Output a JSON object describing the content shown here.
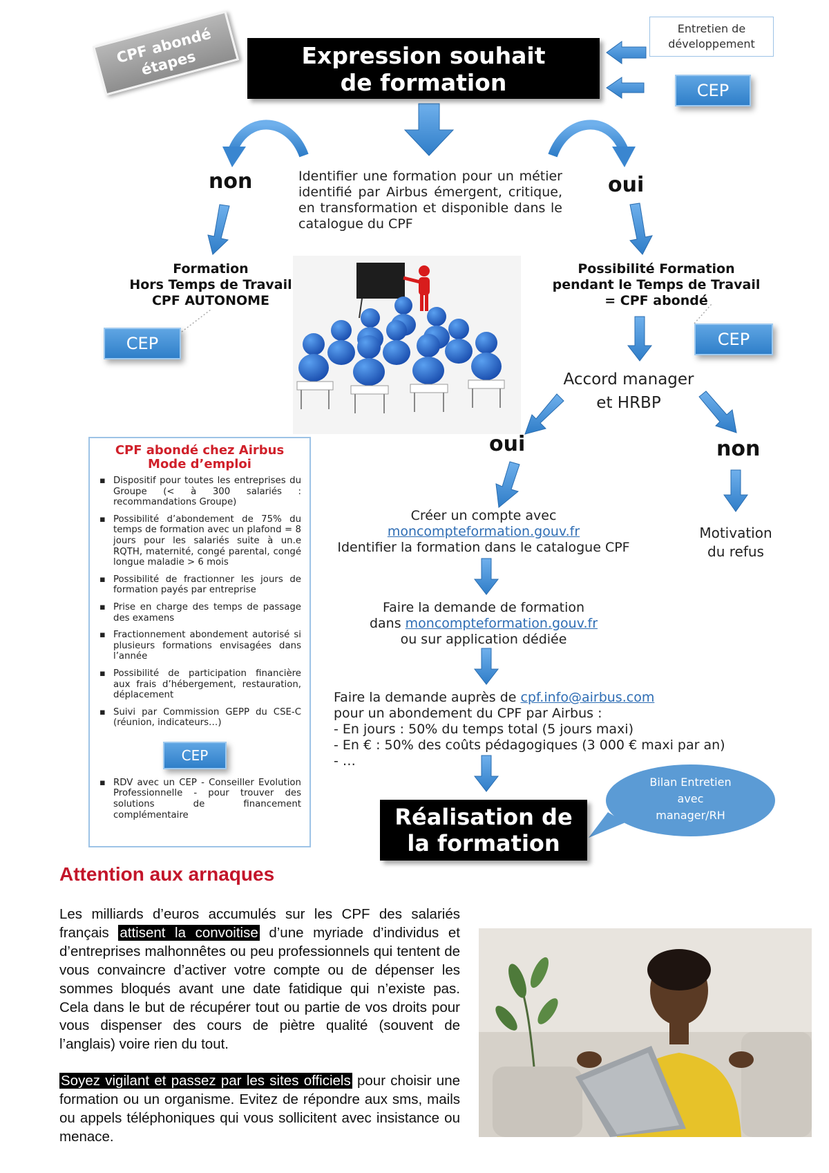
{
  "tag": {
    "line1": "CPF abondé",
    "line2": "étapes"
  },
  "title": {
    "line1": "Expression souhait",
    "line2": "de formation"
  },
  "entretien": {
    "line1": "Entretien de",
    "line2": "développement"
  },
  "cep_label": "CEP",
  "left_branch": {
    "label": "non",
    "box_line1": "Formation",
    "box_line2": "Hors Temps de Travail",
    "box_line3": "CPF AUTONOME"
  },
  "center_text": "Identifier une formation pour un métier identifié par Airbus émergent, critique, en transformation et disponible dans le catalogue du CPF",
  "right_branch": {
    "label": "oui",
    "box_line1": "Possibilité Formation",
    "box_line2": "pendant le Temps de Travail",
    "box_line3": "= CPF abondé"
  },
  "accord": {
    "line1": "Accord manager",
    "line2": "et HRBP"
  },
  "accord_yes": "oui",
  "accord_no": "non",
  "motivation": {
    "line1": "Motivation",
    "line2": "du refus"
  },
  "steps": {
    "s1_line1": "Créer un compte avec",
    "s1_link": "moncompteformation.gouv.fr",
    "s1_line3": "Identifier la formation dans le catalogue CPF",
    "s2_line1": "Faire la demande de formation",
    "s2_prefix": "dans ",
    "s2_link": "moncompteformation.gouv.fr",
    "s2_line3": "ou sur application dédiée",
    "s3_prefix": "Faire la demande auprès de ",
    "s3_link": "cpf.info@airbus.com",
    "s3_line2": "pour un abondement du CPF par Airbus :",
    "s3_line3": "- En jours : 50% du temps total (5 jours maxi)",
    "s3_line4": "- En € : 50% des coûts pédagogiques (3 000 € maxi par an)",
    "s3_line5": "- …"
  },
  "result": {
    "line1": "Réalisation de",
    "line2": "la formation"
  },
  "bubble": {
    "line1": "Bilan Entretien",
    "line2": "avec",
    "line3": "manager/RH"
  },
  "info_box": {
    "title_line1": "CPF abondé chez Airbus",
    "title_line2": "Mode d’emploi",
    "items": [
      "Dispositif pour toutes les entreprises du Groupe (< à 300 salariés : recommandations Groupe)",
      "Possibilité d’abondement de 75% du temps de formation avec un plafond = 8 jours pour les salariés suite à un.e RQTH, maternité, congé parental, congé longue maladie > 6 mois",
      "Possibilité de fractionner les jours de formation payés par entreprise",
      "Prise en charge des temps de passage des examens",
      "Fractionnement abondement autorisé si plusieurs formations envisagées dans l’année",
      "Possibilité de participation financière aux frais d’hébergement, restauration, déplacement",
      "Suivi par Commission GEPP du CSE-C (réunion, indicateurs…)"
    ],
    "last_item": "RDV avec un CEP - Conseiller Evolution Professionnelle - pour trouver des solutions de financement complémentaire"
  },
  "article": {
    "title": "Attention aux arnaques",
    "p1_before": "Les milliards d’euros accumulés sur les CPF des salariés français ",
    "p1_highlight": "attisent la convoitise",
    "p1_after": " d’une myriade d’individus et d’entreprises malhonnêtes ou peu professionnels qui tentent de vous convaincre d’activer votre compte ou de dépenser les sommes bloqués avant une date fatidique qui n’existe pas. Cela dans le but de récupérer tout ou partie de vos droits pour vous dispenser des cours de piètre qualité (souvent de l’anglais) voire rien du tout.",
    "p2_highlight": "Soyez vigilant et passez par les sites officiels",
    "p2_after": " pour choisir une formation ou un organisme. Evitez de répondre aux sms, mails ou appels téléphoniques qui vous sollicitent avec insistance ou menace."
  },
  "colors": {
    "arrow": "#4a90d9",
    "accent_red": "#c3152a",
    "cep_blue": "#3b8bd4"
  },
  "icons": [
    "down-arrow-icon",
    "curved-arrow-icon",
    "classroom-illustration",
    "woman-laptop-photo"
  ]
}
